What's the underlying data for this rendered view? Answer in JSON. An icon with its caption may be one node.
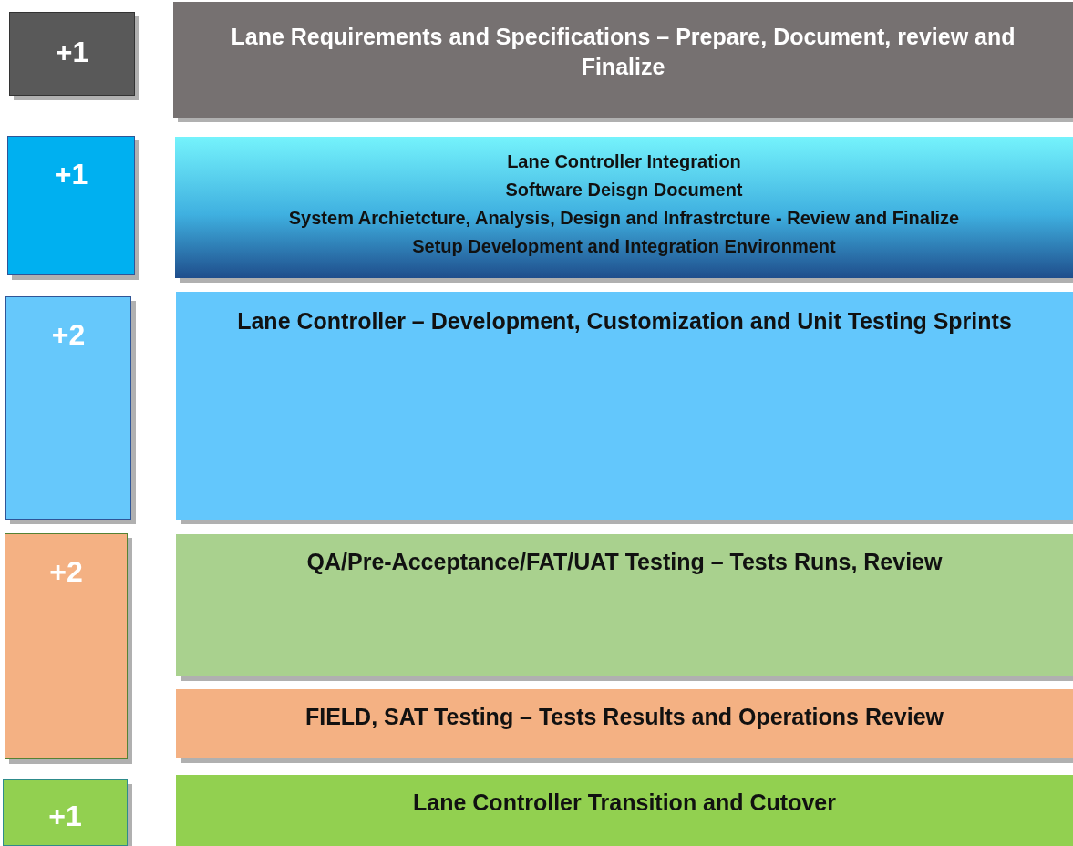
{
  "diagram": {
    "nodes": [
      {
        "text": [
          "+1"
        ]
      },
      {
        "text": [
          "Lane Requirements and Specifications  –  Prepare, Document, review and Finalize"
        ]
      },
      {
        "text": [
          "+1"
        ]
      },
      {
        "text": [
          "Lane Controller Integration",
          "Software Deisgn Document",
          "System Archietcture, Analysis, Design  and Infrastrcture - Review and Finalize",
          "Setup Development and Integration Environment"
        ]
      },
      {
        "text": [
          "+2"
        ]
      },
      {
        "text": [
          "Lane Controller – Development, Customization and Unit Testing Sprints"
        ]
      },
      {
        "text": [
          "+2"
        ]
      },
      {
        "text": [
          "QA/Pre-Acceptance/FAT/UAT Testing – Tests Runs, Review"
        ]
      },
      {
        "text": [
          "FIELD, SAT Testing – Tests Results and Operations Review"
        ]
      },
      {
        "text": [
          "+1"
        ]
      },
      {
        "text": [
          "Lane Controller Transition and Cutover"
        ]
      }
    ]
  }
}
